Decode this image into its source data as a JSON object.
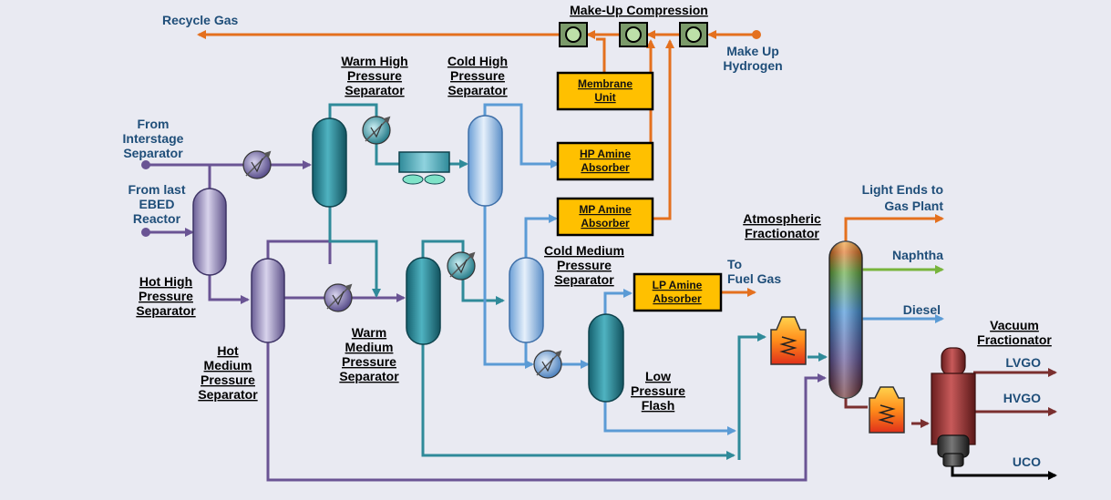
{
  "flows": {
    "recycle_gas": "Recycle Gas",
    "make_up_hydrogen": [
      "Make Up",
      "Hydrogen"
    ],
    "from_interstage": [
      "From",
      "Interstage",
      "Separator"
    ],
    "from_ebed": [
      "From last",
      "EBED",
      "Reactor"
    ],
    "light_ends": [
      "Light Ends to",
      "Gas Plant"
    ],
    "naphtha": "Naphtha",
    "diesel": "Diesel",
    "to_fuel_gas": [
      "To",
      "Fuel Gas"
    ],
    "lvgo": "LVGO",
    "hvgo": "HVGO",
    "uco": "UCO"
  },
  "equipment": {
    "make_up_compression": "Make-Up Compression",
    "warm_hp_sep": [
      "Warm High",
      "Pressure",
      "Separator"
    ],
    "cold_hp_sep": [
      "Cold High",
      "Pressure",
      "Separator"
    ],
    "hot_hp_sep": [
      "Hot High",
      "Pressure",
      "Separator"
    ],
    "hot_mp_sep": [
      "Hot",
      "Medium",
      "Pressure",
      "Separator"
    ],
    "warm_mp_sep": [
      "Warm",
      "Medium",
      "Pressure",
      "Separator"
    ],
    "cold_mp_sep": [
      "Cold Medium",
      "Pressure",
      "Separator"
    ],
    "lp_flash": [
      "Low",
      "Pressure",
      "Flash"
    ],
    "atm_frac": [
      "Atmospheric",
      "Fractionator"
    ],
    "vac_frac": [
      "Vacuum",
      "Fractionator"
    ],
    "membrane_unit": [
      "Membrane",
      "Unit"
    ],
    "hp_amine": [
      "HP Amine",
      "Absorber"
    ],
    "mp_amine": [
      "MP Amine",
      "Absorber"
    ],
    "lp_amine": [
      "LP Amine",
      "Absorber"
    ]
  },
  "colors": {
    "orange": "#e4701e",
    "purple": "#6a5494",
    "teal": "#2f8a99",
    "blue": "#5b9bd5",
    "green": "#78b43c",
    "maroon": "#7a2f2f",
    "black": "#000000",
    "box_fill": "#ffc000",
    "label_blue": "#1f4e79"
  }
}
